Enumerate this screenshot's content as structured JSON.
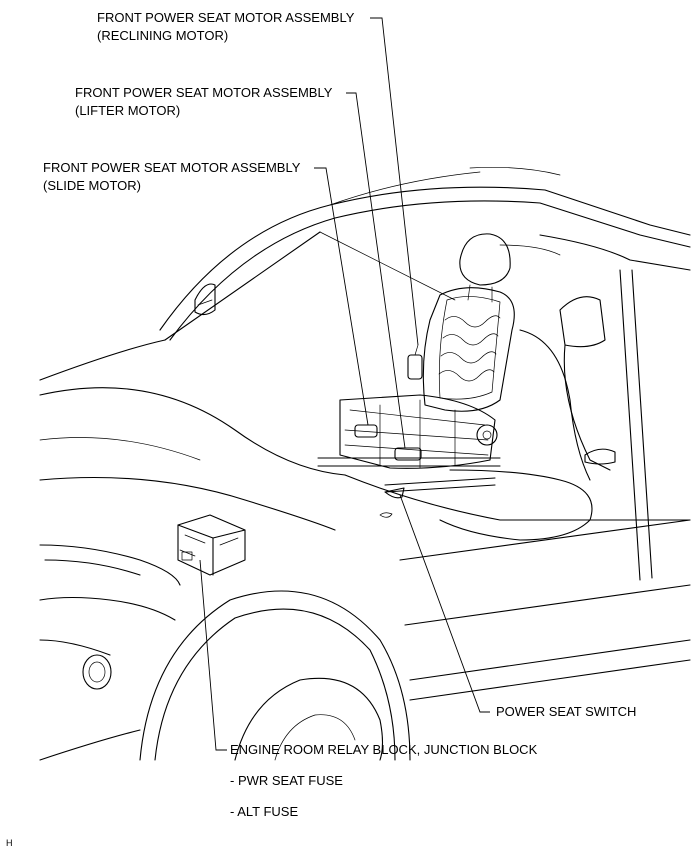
{
  "labels": {
    "recline_line1": "FRONT POWER SEAT MOTOR ASSEMBLY",
    "recline_line2": "(RECLINING MOTOR)",
    "lifter_line1": "FRONT POWER SEAT MOTOR ASSEMBLY",
    "lifter_line2": "(LIFTER MOTOR)",
    "slide_line1": "FRONT POWER SEAT MOTOR ASSEMBLY",
    "slide_line2": "(SLIDE MOTOR)",
    "switch": "POWER SEAT SWITCH",
    "relay_block": "ENGINE ROOM RELAY BLOCK, JUNCTION BLOCK",
    "fuse1": "- PWR SEAT FUSE",
    "fuse2": "- ALT FUSE"
  },
  "ref_code": "H"
}
